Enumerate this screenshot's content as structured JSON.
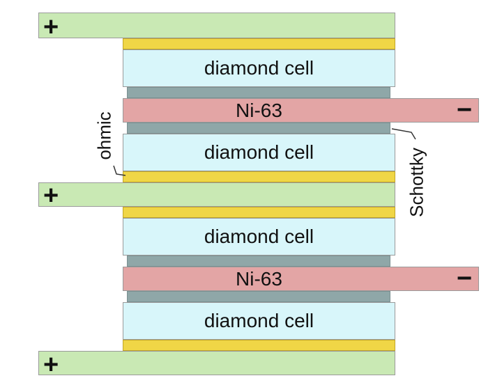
{
  "diagram": {
    "cell_label": "diamond cell",
    "source_label": "Ni-63",
    "positive_sign": "+",
    "negative_sign": "−",
    "ohmic_label": "ohmic",
    "schottky_label": "Schottky"
  },
  "colors": {
    "electrode_positive": "#c9e9b4",
    "gold_contact": "#f0d646",
    "diamond_cell": "#d8f6fa",
    "schottky_layer": "#8fa7a8",
    "ni63_source": "#e3a5a5"
  }
}
